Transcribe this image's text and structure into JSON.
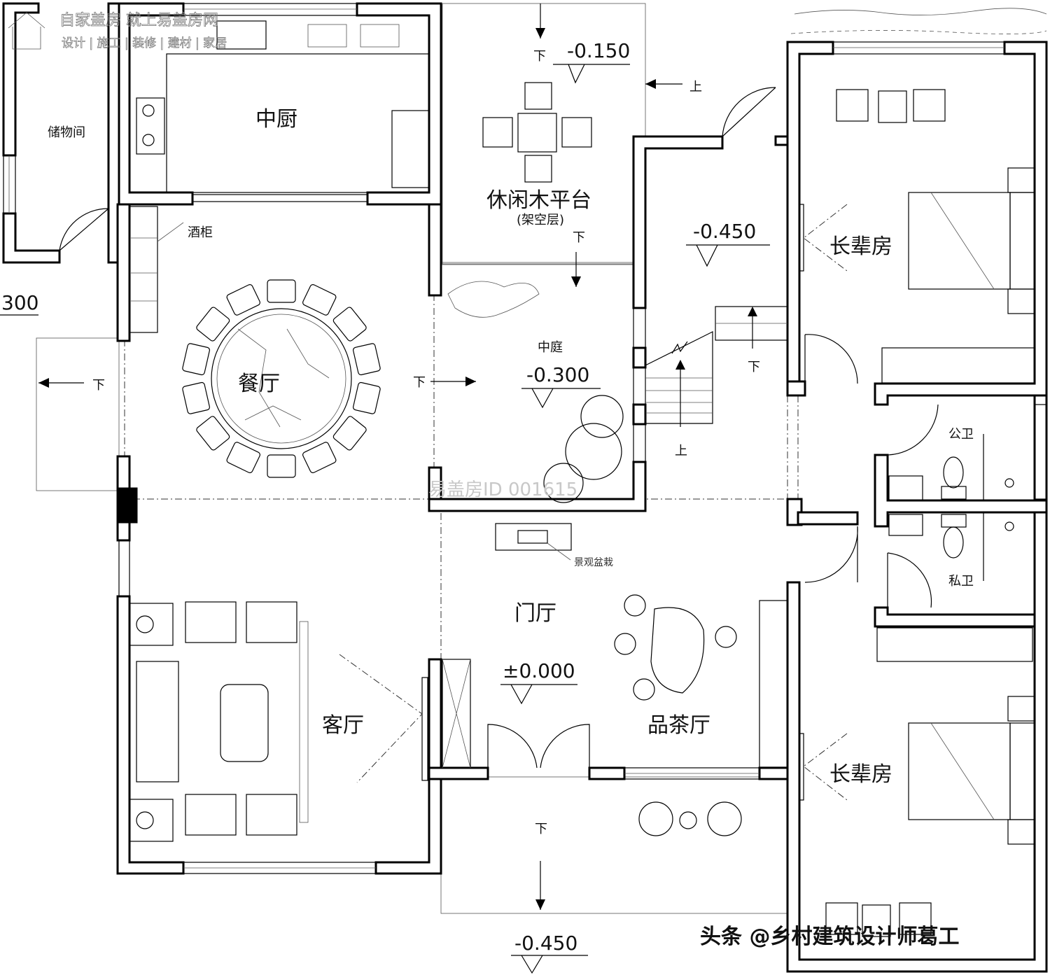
{
  "watermark": {
    "brand_line": "自家盖房 就上易盖房网",
    "tagline": "设计 | 施工 | 装修 | 建材 | 家居",
    "id_text": "易盖房ID 001615"
  },
  "credit": "头条 @乡村建筑设计师葛工",
  "rooms": {
    "storage": "储物间",
    "kitchen": "中厨",
    "wood_deck": "休闲木平台",
    "wood_deck_sub": "(架空层)",
    "wine_cabinet": "酒柜",
    "dining": "餐厅",
    "courtyard": "中庭",
    "elder_room_top": "长辈房",
    "public_wc": "公卫",
    "private_wc": "私卫",
    "foyer": "门厅",
    "planter": "景观盆栽",
    "living": "客厅",
    "tea_room": "品茶厅",
    "elder_room_bottom": "长辈房"
  },
  "elevations": {
    "deck": "-0.150",
    "stair_hall": "-0.450",
    "courtyard": "-0.300",
    "foyer": "±0.000",
    "entry": "-0.450",
    "left_edge": "300"
  },
  "direction_labels": {
    "down": "下",
    "up": "上"
  }
}
